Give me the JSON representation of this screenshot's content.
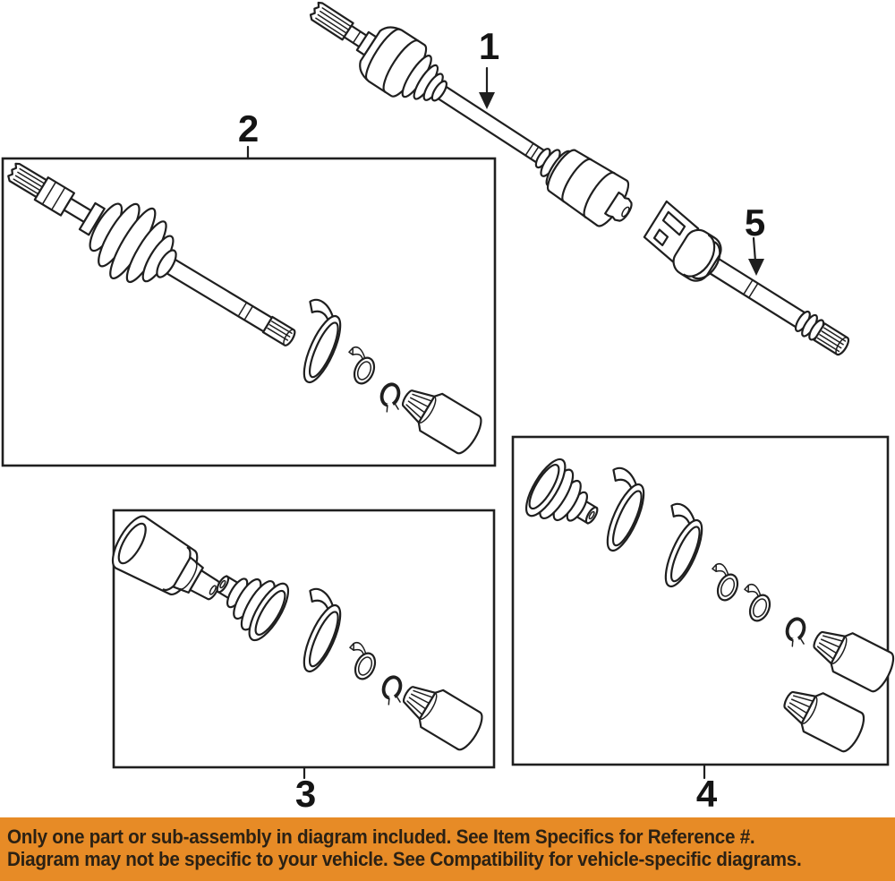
{
  "diagram": {
    "line_color": "#1f1f1f",
    "background_color": "#ffffff",
    "callouts": [
      {
        "label": "1"
      },
      {
        "label": "2"
      },
      {
        "label": "3"
      },
      {
        "label": "4"
      },
      {
        "label": "5"
      }
    ]
  },
  "banner": {
    "background_color": "#e78b26",
    "text_color": "#2b2114",
    "line1": "Only one part or sub-assembly in diagram included. See Item Specifics for Reference #.",
    "line2": "Diagram may not be specific to your vehicle. See Compatibility for vehicle-specific diagrams."
  }
}
